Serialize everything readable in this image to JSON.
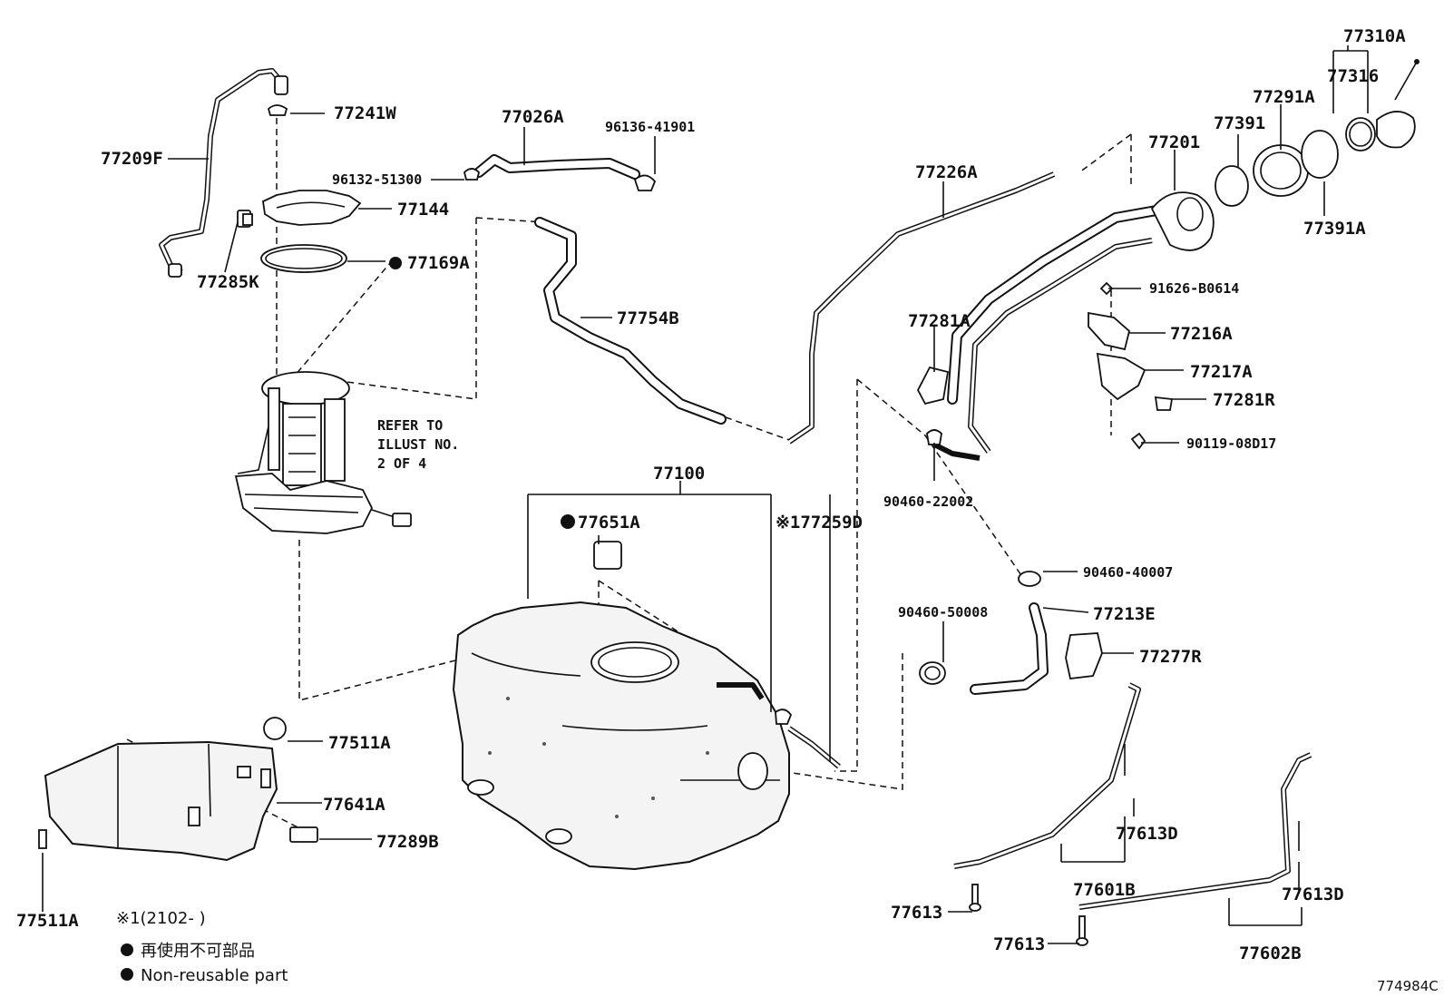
{
  "labels": {
    "p77310A": "77310A",
    "p77316": "77316",
    "p77291A": "77291A",
    "p77391": "77391",
    "p77201": "77201",
    "p77391A": "77391A",
    "p77241W": "77241W",
    "p77026A": "77026A",
    "p96136": "96136-41901",
    "p77209F": "77209F",
    "p96132": "96132-51300",
    "p77144": "77144",
    "p77226A": "77226A",
    "p77169A": "77169A",
    "p77285K": "77285K",
    "p91626": "91626-B0614",
    "p77754B": "77754B",
    "p77281A": "77281A",
    "p77216A": "77216A",
    "p77217A": "77217A",
    "p77281R": "77281R",
    "p90119": "90119-08D17",
    "p77100": "77100",
    "p90460_22002": "90460-22002",
    "p77651A": "77651A",
    "p77259D": "※177259D",
    "p90460_40007": "90460-40007",
    "p90460_50008": "90460-50008",
    "p77213E": "77213E",
    "p77277R": "77277R",
    "p77511A_top": "77511A",
    "p77641A": "77641A",
    "p77289B": "77289B",
    "p77613D_a": "77613D",
    "p77601B": "77601B",
    "p77613D_b": "77613D",
    "p77613_a": "77613",
    "p77613_b": "77613",
    "p77602B": "77602B",
    "p77511A_bot": "77511A"
  },
  "refer_note": [
    "REFER TO",
    "ILLUST NO.",
    "2 OF 4"
  ],
  "footnote": "※1(2102-      )",
  "legend": {
    "jp": "再使用不可部品",
    "en": "Non-reusable part"
  },
  "figure_id": "774984C"
}
